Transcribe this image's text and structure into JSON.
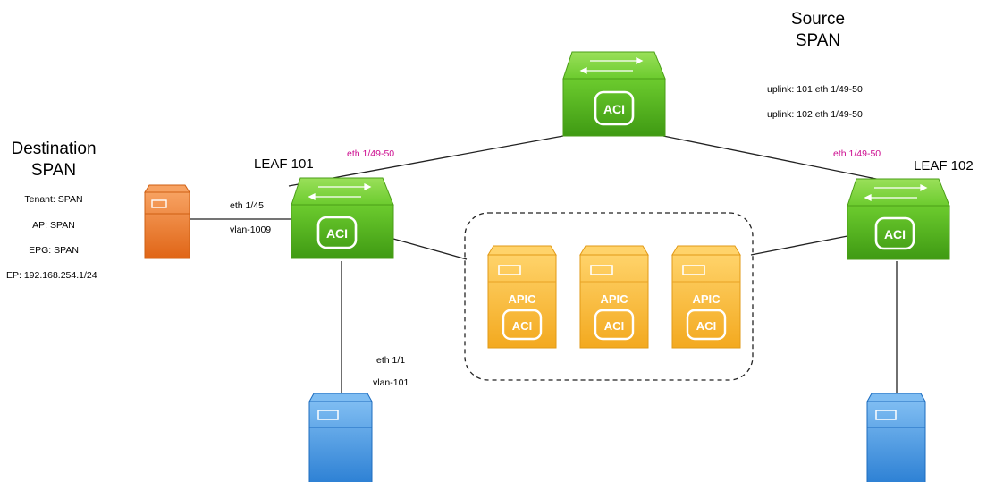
{
  "source_span": {
    "line1": "Source",
    "line2": "SPAN"
  },
  "uplinks": [
    "uplink: 101 eth  1/49-50",
    "uplink: 102 eth 1/49-50"
  ],
  "destination_span": {
    "line1": "Destination",
    "line2": "SPAN"
  },
  "dest_info": [
    "Tenant: SPAN",
    "AP: SPAN",
    "EPG: SPAN",
    "EP: 192.168.254.1/24"
  ],
  "leaf101": {
    "title": "LEAF 101",
    "uplink_port": "eth 1/49-50"
  },
  "leaf102": {
    "title": "LEAF 102",
    "uplink_port": "eth 1/49-50"
  },
  "spine_label": "ACI",
  "dest_link": {
    "port": "eth 1/45",
    "vlan": "vlan-1009"
  },
  "host_link": {
    "port": "eth 1/1",
    "vlan": "vlan-101"
  },
  "apic_cluster": [
    {
      "title": "APIC",
      "badge": "ACI"
    },
    {
      "title": "APIC",
      "badge": "ACI"
    },
    {
      "title": "APIC",
      "badge": "ACI"
    }
  ],
  "colors": {
    "switch_green": "#5fb820",
    "switch_green_dark": "#3f8c10",
    "apic_yellow": "#f6b52e",
    "server_orange": "#e8731d",
    "server_blue": "#2f86d8",
    "port_label_pink": "#cc0c8f"
  }
}
